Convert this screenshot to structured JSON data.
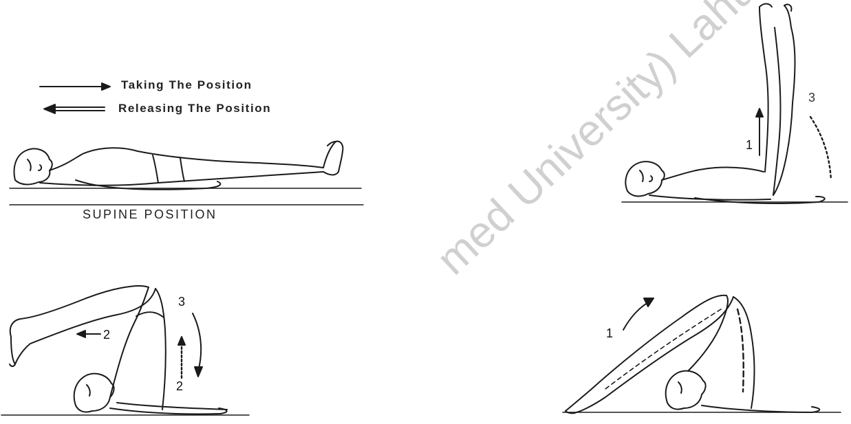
{
  "legend": {
    "take_label": "Taking The Position",
    "release_label": "Releasing The Position"
  },
  "figures": {
    "supine_caption": "SUPINE POSITION",
    "legs_up_step_1": "1",
    "legs_up_step_3": "3",
    "plow_step_3": "3",
    "plow_step_2_horizontal": "2",
    "plow_step_2_vertical": "2",
    "roll_step_1": "1"
  },
  "watermark": "med University) Lahu",
  "colors": {
    "line": "#1a1a1a",
    "watermark": "#9a9a9a",
    "background": "#ffffff"
  }
}
